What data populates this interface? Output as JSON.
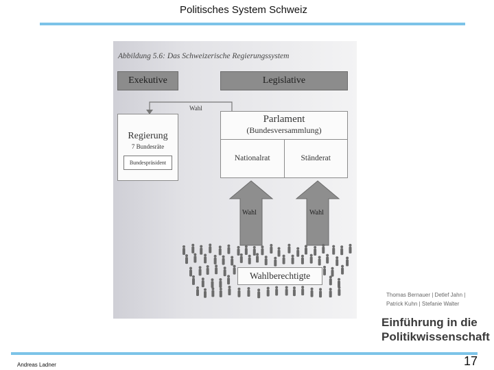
{
  "slide": {
    "title": "Politisches System Schweiz",
    "footer_author": "Andreas Ladner",
    "page_number": "17"
  },
  "figure": {
    "caption": "Abbildung 5.6: Das Schweizerische Regierungssystem",
    "exekutive": "Exekutive",
    "legislative": "Legislative",
    "wahl_top": "Wahl",
    "regierung": {
      "title": "Regierung",
      "subtitle": "7 Bundesräte",
      "inner": "Bundespräsident"
    },
    "parlament": {
      "title": "Parlament",
      "subtitle": "(Bundesversammlung)",
      "left_chamber": "Nationalrat",
      "right_chamber": "Ständerat"
    },
    "wahl_left": "Wahl",
    "wahl_right": "Wahl",
    "voters": "Wahlberechtigte"
  },
  "book": {
    "authors_line1": "Thomas Bernauer | Detlef Jahn |",
    "authors_line2": "Patrick Kuhn | Stefanie Walter",
    "title_line1": "Einführung in die",
    "title_line2": "Politikwissenschaft"
  },
  "colors": {
    "accent_rule": "#7cc3e8",
    "box_gray": "#8c8c8c",
    "arrow_gray": "#8e8e8e",
    "people": "#6c6c6c"
  }
}
